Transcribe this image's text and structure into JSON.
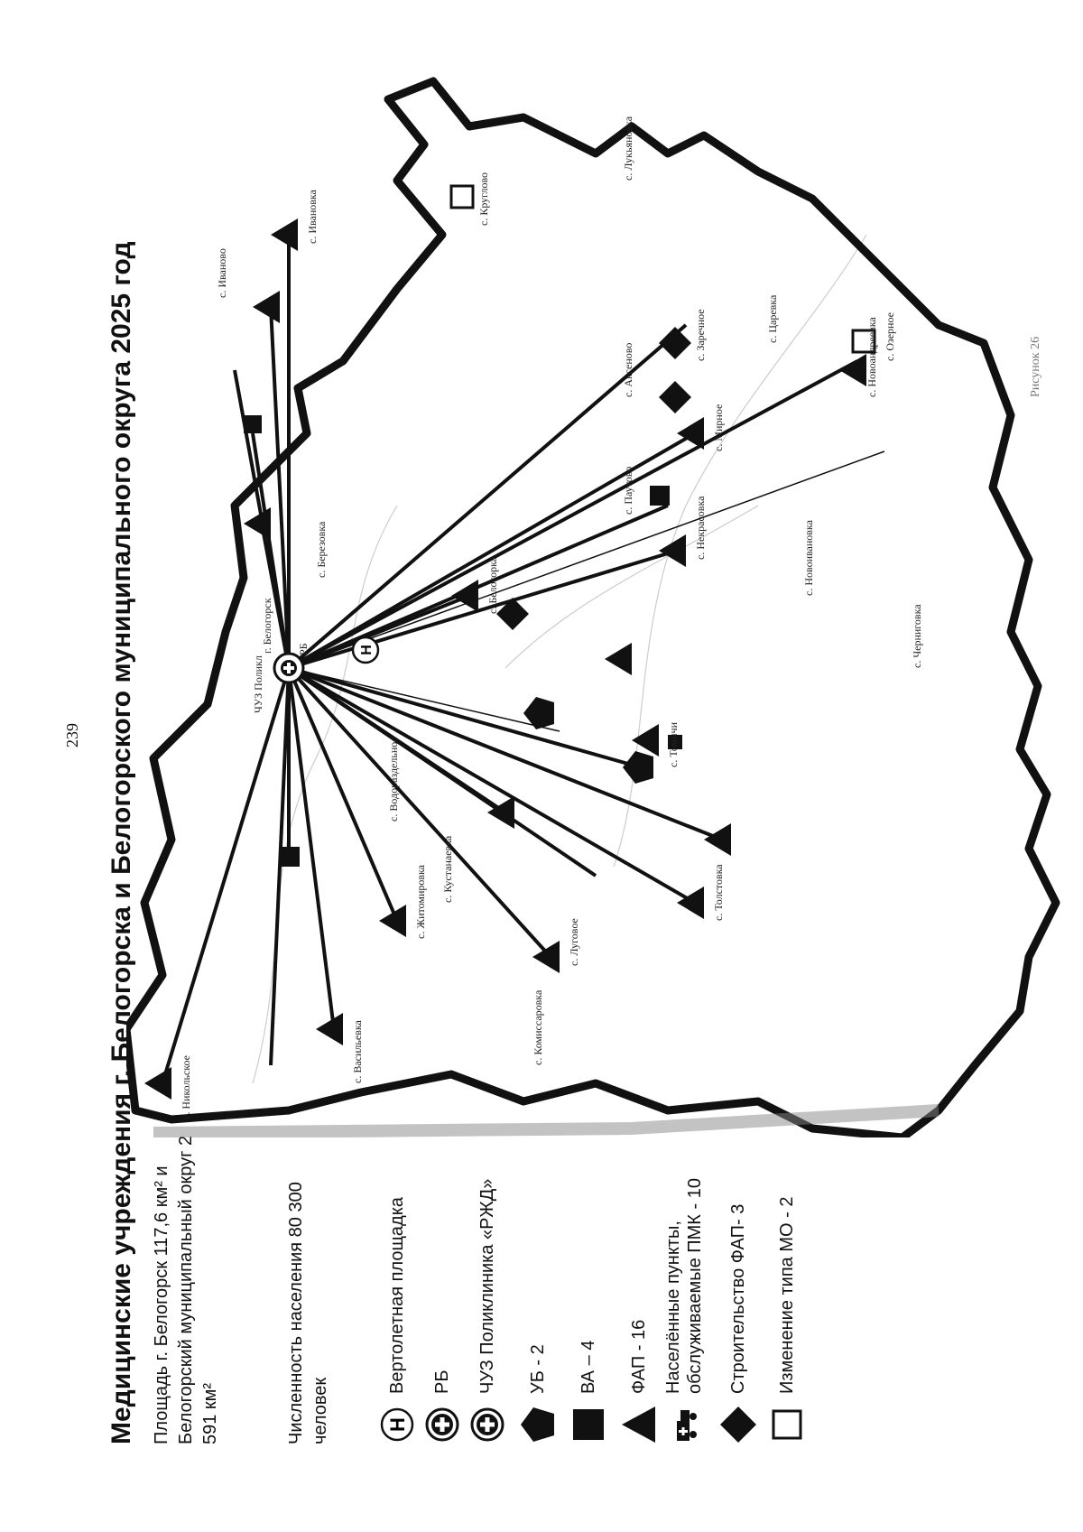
{
  "page_number": "239",
  "title": "Медицинские учреждения г. Белогорска и Белогорского муниципального округа 2025 год",
  "area_text": "Площадь г. Белогорск 117,6 км² и Белогорский муниципальный округ 2 591 км²",
  "population_text": "Численность населения 80 300 человек",
  "legend": [
    {
      "icon": "helipad-icon",
      "label": "Вертолетная площадка"
    },
    {
      "icon": "rb-cross-icon",
      "label": "РБ"
    },
    {
      "icon": "polyclinic-cross-icon",
      "label": "ЧУЗ Поликлиника «РЖД»"
    },
    {
      "icon": "pentagon-icon",
      "label": "УБ - 2"
    },
    {
      "icon": "square-icon",
      "label": "ВА – 4"
    },
    {
      "icon": "triangle-icon",
      "label": "ФАП - 16"
    },
    {
      "icon": "pmk-icon",
      "label": "Населённые пункты, обслуживаемые ПМК - 10"
    },
    {
      "icon": "diamond-icon",
      "label": "Строительство ФАП- 3"
    },
    {
      "icon": "empty-square-icon",
      "label": "Изменение типа МО - 2"
    }
  ],
  "map_labels": {
    "center": "г. Белогорск",
    "chuz": "ЧУЗ Поликл",
    "rb": "РБ",
    "s_nikolskoe": "с. Никольское",
    "s_zhitomirovka": "с. Житомировка",
    "s_kustanayevka": "с. Кустанаевка",
    "s_lugovoe": "с. Луговое",
    "s_nekrasovka": "с. Некрасовка",
    "s_vasilyevka": "с. Васильевка",
    "s_pautovo": "с. Паутово",
    "s_tolstovka": "с. Толстовка",
    "s_novoandreevka": "с. Новоандреевка",
    "s_belogorka": "с. Белогорка",
    "s_tomichi": "с. Томичи",
    "s_mirnoe": "с. Мирное",
    "s_zarechnoe": "с. Заречное",
    "s_ozernoe": "с. Озерное",
    "s_kruglovo": "с. Круглово",
    "s_ivanovka": "с. Ивановка",
    "s_lukyanovka": "с. Лукьяновка",
    "s_aksenovo": "с. Аксеново",
    "s_novoivanovka": "с. Новоивановка",
    "s_chernigovka": "с. Черниговка",
    "s_komissarovka": "с. Комиссаровка",
    "s_vodorazdelnoe": "с. Водораздельное",
    "s_berezovka": "с. Березовка",
    "s_ivanovo": "с. Иваново",
    "s_tsarevka": "с. Царевка"
  },
  "caption": "Рисунок 26"
}
